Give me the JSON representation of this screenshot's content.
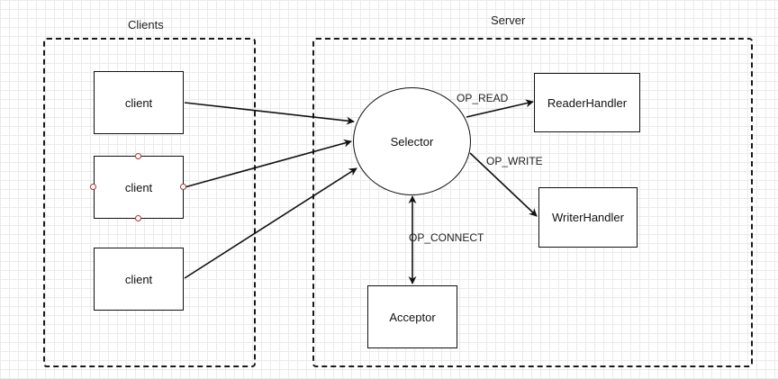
{
  "groups": {
    "clients": {
      "title": "Clients"
    },
    "server": {
      "title": "Server"
    }
  },
  "nodes": {
    "client_1": {
      "label": "client"
    },
    "client_2": {
      "label": "client"
    },
    "client_3": {
      "label": "client"
    },
    "selector": {
      "label": "Selector"
    },
    "reader_handler": {
      "label": "ReaderHandler"
    },
    "writer_handler": {
      "label": "WriterHandler"
    },
    "acceptor": {
      "label": "Acceptor"
    }
  },
  "edges": {
    "op_read": {
      "label": "OP_READ"
    },
    "op_write": {
      "label": "OP_WRITE"
    },
    "op_connect": {
      "label": "OP_CONNECT"
    }
  },
  "colors": {
    "stroke": "#111111",
    "grid": "#ebebeb",
    "handle": "#aa3333"
  }
}
